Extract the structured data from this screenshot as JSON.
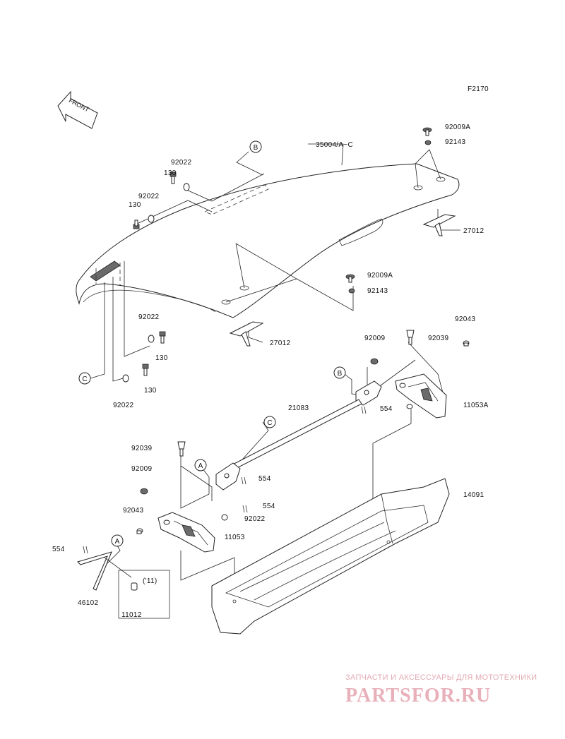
{
  "figure_code": "F2170",
  "front_arrow_label": "FRONT",
  "callouts": {
    "a": "A",
    "b": "B",
    "c": "C"
  },
  "parts": {
    "p35004": "35004/A~C",
    "p92009A": "92009A",
    "p92143": "92143",
    "p27012": "27012",
    "p92022": "92022",
    "p130": "130",
    "p92009": "92009",
    "p92039": "92039",
    "p92043": "92043",
    "p11053A": "11053A",
    "p21083": "21083",
    "p554": "554",
    "p14091": "14091",
    "p11053": "11053",
    "p46102": "46102",
    "p11012": "11012",
    "year_note": "('11)"
  },
  "watermark": {
    "tagline": "ЗАПЧАСТИ И АКСЕССУАРЫ ДЛЯ МОТОТЕХНИКИ",
    "brand": "PARTSFOR.RU"
  }
}
